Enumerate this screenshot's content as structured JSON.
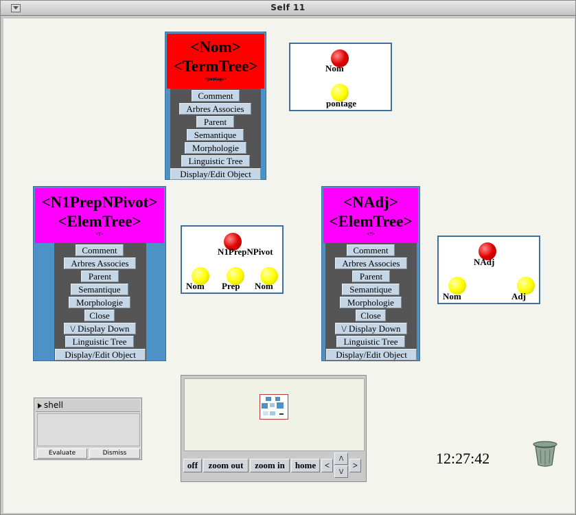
{
  "window": {
    "title": "Self 11"
  },
  "outliners": [
    {
      "name": "nom",
      "title_line1": "<Nom>",
      "title_line2": "<TermTree>",
      "subtitle": "<pontage>",
      "color": "#ff0000",
      "buttons": [
        "Comment",
        "Arbres Associes",
        "Parent",
        "Semantique",
        "Morphologie",
        "Linguistic Tree",
        "Display/Edit Object"
      ]
    },
    {
      "name": "n1prepnpivot",
      "title_line1": "<N1PrepNPivot>",
      "title_line2": "<ElemTree>",
      "subtitle": "<?>",
      "color": "#ff00ff",
      "buttons": [
        "Comment",
        "Arbres Associes",
        "Parent",
        "Semantique",
        "Morphologie",
        "Close",
        "\\/ Display Down",
        "Linguistic Tree",
        "Display/Edit Object"
      ]
    },
    {
      "name": "nadj",
      "title_line1": "<NAdj>",
      "title_line2": "<ElemTree>",
      "subtitle": "<?>",
      "color": "#ff00ff",
      "buttons": [
        "Comment",
        "Arbres Associes",
        "Parent",
        "Semantique",
        "Morphologie",
        "Close",
        "\\/ Display Down",
        "Linguistic Tree",
        "Display/Edit Object"
      ]
    }
  ],
  "diagrams": {
    "nom": {
      "root": "Nom",
      "children": [
        "pontage"
      ]
    },
    "n1prepnpivot": {
      "root": "N1PrepNPivot",
      "children": [
        "Nom",
        "Prep",
        "Nom"
      ]
    },
    "nadj": {
      "root": "NAdj",
      "children": [
        "Nom",
        "Adj"
      ]
    }
  },
  "shell": {
    "title": "shell",
    "evaluate": "Evaluate",
    "dismiss": "Dismiss"
  },
  "navigator": {
    "off": "off",
    "zoom_out": "zoom out",
    "zoom_in": "zoom in",
    "home": "home",
    "left": "<",
    "right": ">",
    "up": "/\\",
    "down": "\\/"
  },
  "clock": "12:27:42",
  "colors": {
    "outliner_bg": "#4d92c6",
    "menu_bg": "#555555",
    "button_bg": "#c5d6e6",
    "root_node": "#e00000",
    "leaf_node": "#ffff00"
  },
  "icons": {
    "trash": "trash-can-icon"
  }
}
